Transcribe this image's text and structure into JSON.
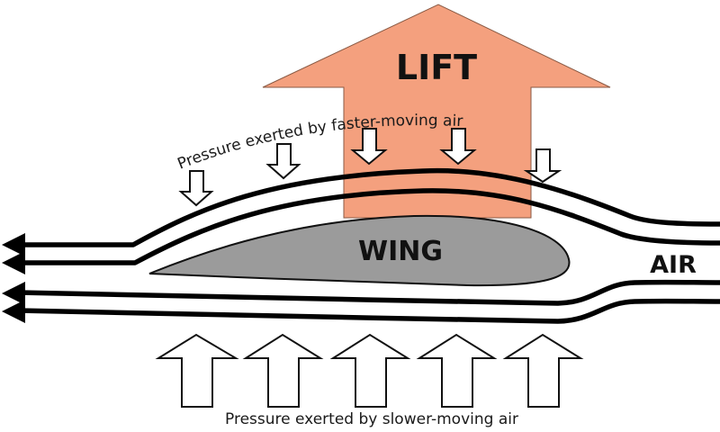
{
  "diagram": {
    "title": "Lift on an airfoil",
    "labels": {
      "lift": "LIFT",
      "wing": "WING",
      "air": "AIR",
      "top_pressure": "Pressure exerted by  faster-moving air",
      "bottom_pressure": "Pressure exerted by slower-moving air"
    },
    "colors": {
      "lift_arrow": "#F4A07E",
      "wing_fill": "#9B9B9B",
      "streamline": "#000000",
      "background": "#FFFFFF"
    },
    "counts": {
      "top_pressure_arrows": 5,
      "bottom_pressure_arrows": 5,
      "airflow_streamlines": 4
    },
    "airflow_direction": "right-to-left"
  }
}
